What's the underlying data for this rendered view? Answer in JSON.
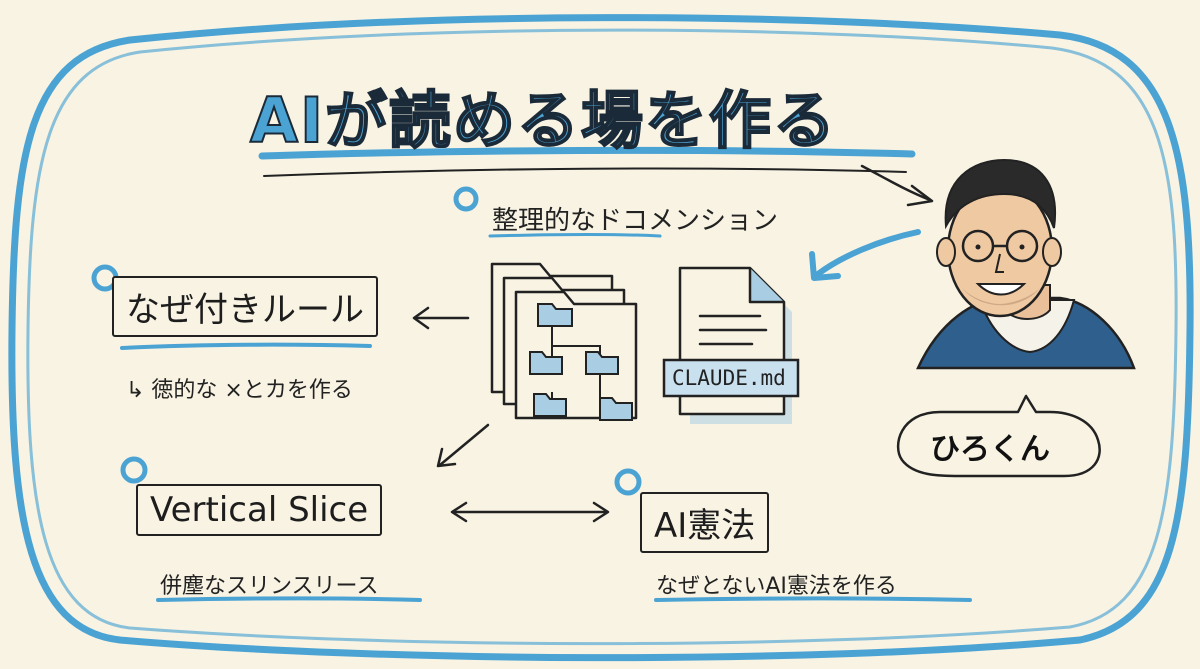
{
  "title": "AIが読める場を作る",
  "top_label": "整理的なドコメンション",
  "file_label": "CLAUDE.md",
  "person_name": "ひろくん",
  "nodes": [
    {
      "label": "なぜ付きルール",
      "sub": "↳ 徳的な ×とカを作る"
    },
    {
      "label": "Vertical Slice",
      "sub": "併塵なスリンスリース"
    },
    {
      "label": "AI憲法",
      "sub": "なぜとないAI憲法を作る"
    }
  ],
  "colors": {
    "accent": "#4ba3d4",
    "ink": "#222222",
    "background": "#f8f3e3",
    "folder_fill": "#a9cde3",
    "jacket": "#2f5f8c"
  },
  "icons": [
    "folder-tree-icon",
    "document-icon",
    "person-avatar",
    "speech-bubble-icon"
  ]
}
